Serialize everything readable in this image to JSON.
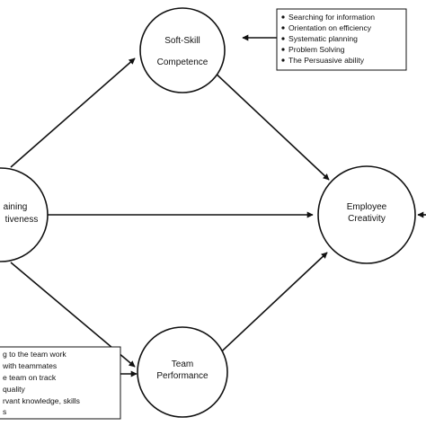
{
  "nodes": {
    "soft_skill": {
      "line1": "Soft-Skill",
      "line2": "Competence"
    },
    "training": {
      "line1": "aining",
      "line2": "tiveness"
    },
    "creativity": {
      "line1": "Employee",
      "line2": "Creativity"
    },
    "team": {
      "line1": "Team",
      "line2": "Performance"
    }
  },
  "soft_skill_indicators": [
    "Searching for information",
    "Orientation on efficiency",
    "Systematic planning",
    "Problem Solving",
    "The Persuasive ability"
  ],
  "team_indicators": [
    "g to the team work",
    "with teammates",
    "e team on track",
    "quality",
    "rvant knowledge, skills",
    "s"
  ],
  "colors": {
    "stroke": "#111111",
    "background": "#ffffff"
  }
}
